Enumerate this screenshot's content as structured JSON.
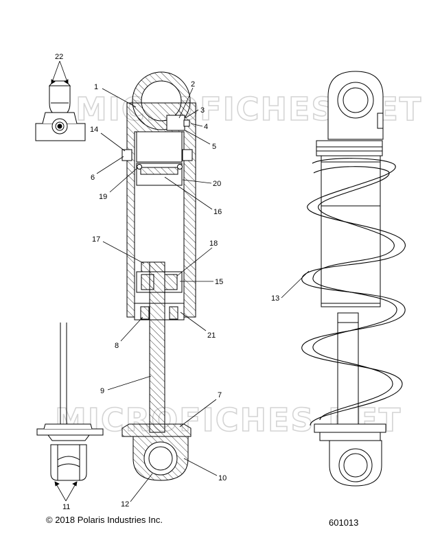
{
  "watermark": "MICROFICHES.NET",
  "callouts": [
    "1",
    "2",
    "3",
    "4",
    "5",
    "6",
    "7",
    "8",
    "9",
    "10",
    "11",
    "12",
    "13",
    "14",
    "15",
    "16",
    "17",
    "18",
    "19",
    "20",
    "21",
    "22"
  ],
  "copyright": "© 2018 Polaris Industries Inc.",
  "figure_number": "601013"
}
